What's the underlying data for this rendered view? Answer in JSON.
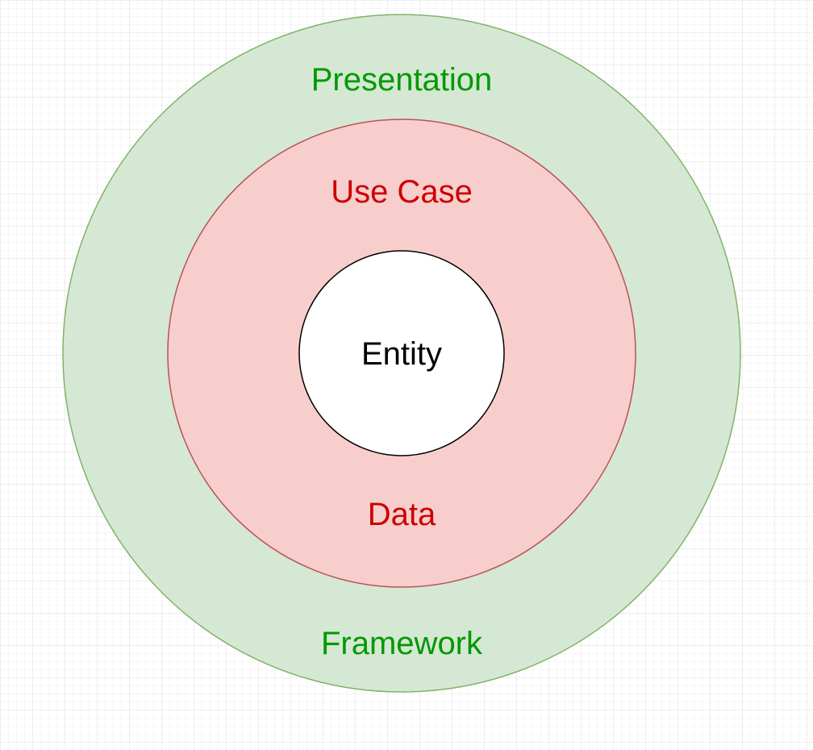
{
  "diagram": {
    "outer_ring": {
      "top_label": "Presentation",
      "bottom_label": "Framework",
      "fill": "#d5e8d4",
      "stroke": "#82b366",
      "text_color": "#009900"
    },
    "middle_ring": {
      "top_label": "Use Case",
      "bottom_label": "Data",
      "fill": "#f8cecc",
      "stroke": "#b85450",
      "text_color": "#cc0000"
    },
    "core": {
      "label": "Entity",
      "fill": "#ffffff",
      "stroke": "#000000",
      "text_color": "#000000"
    },
    "grid_visible": true
  }
}
